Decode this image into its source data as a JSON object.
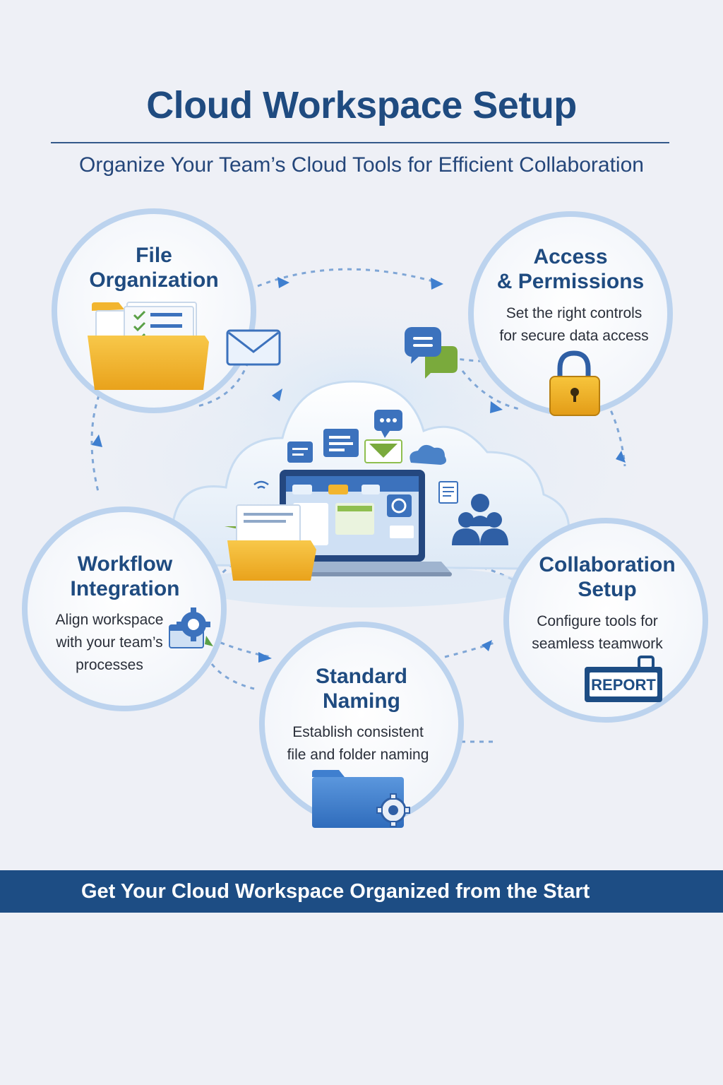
{
  "header": {
    "title": "Cloud Workspace Setup",
    "subtitle": "Organize Your Team’s Cloud Tools for Efficient Collaboration"
  },
  "nodes": {
    "file_organization": {
      "title_line1": "File",
      "title_line2": "Organization"
    },
    "access_permissions": {
      "title_line1": "Access",
      "title_line2": "& Permissions",
      "desc_line1": "Set the right controls",
      "desc_line2": "for secure data access"
    },
    "workflow_integration": {
      "title_line1": "Workflow",
      "title_line2": "Integration",
      "desc_line1": "Align workspace",
      "desc_line2": "with your team’s",
      "desc_line3": "processes"
    },
    "standard_naming": {
      "title_line1": "Standard",
      "title_line2": "Naming",
      "desc_line1": "Establish consistent",
      "desc_line2": "file and folder naming"
    },
    "collaboration_setup": {
      "title_line1": "Collaboration",
      "title_line2": "Setup",
      "desc_line1": "Configure tools for",
      "desc_line2": "seamless teamwork",
      "badge": "REPORT"
    }
  },
  "footer": {
    "text": "Get Your Cloud Workspace Organized from the Start"
  },
  "colors": {
    "title": "#1f4b80",
    "ring": "#bcd3ee",
    "folder_yellow": "#f2b52f",
    "folder_blue": "#3f7fcf",
    "footer_bar": "#1d4d84"
  }
}
